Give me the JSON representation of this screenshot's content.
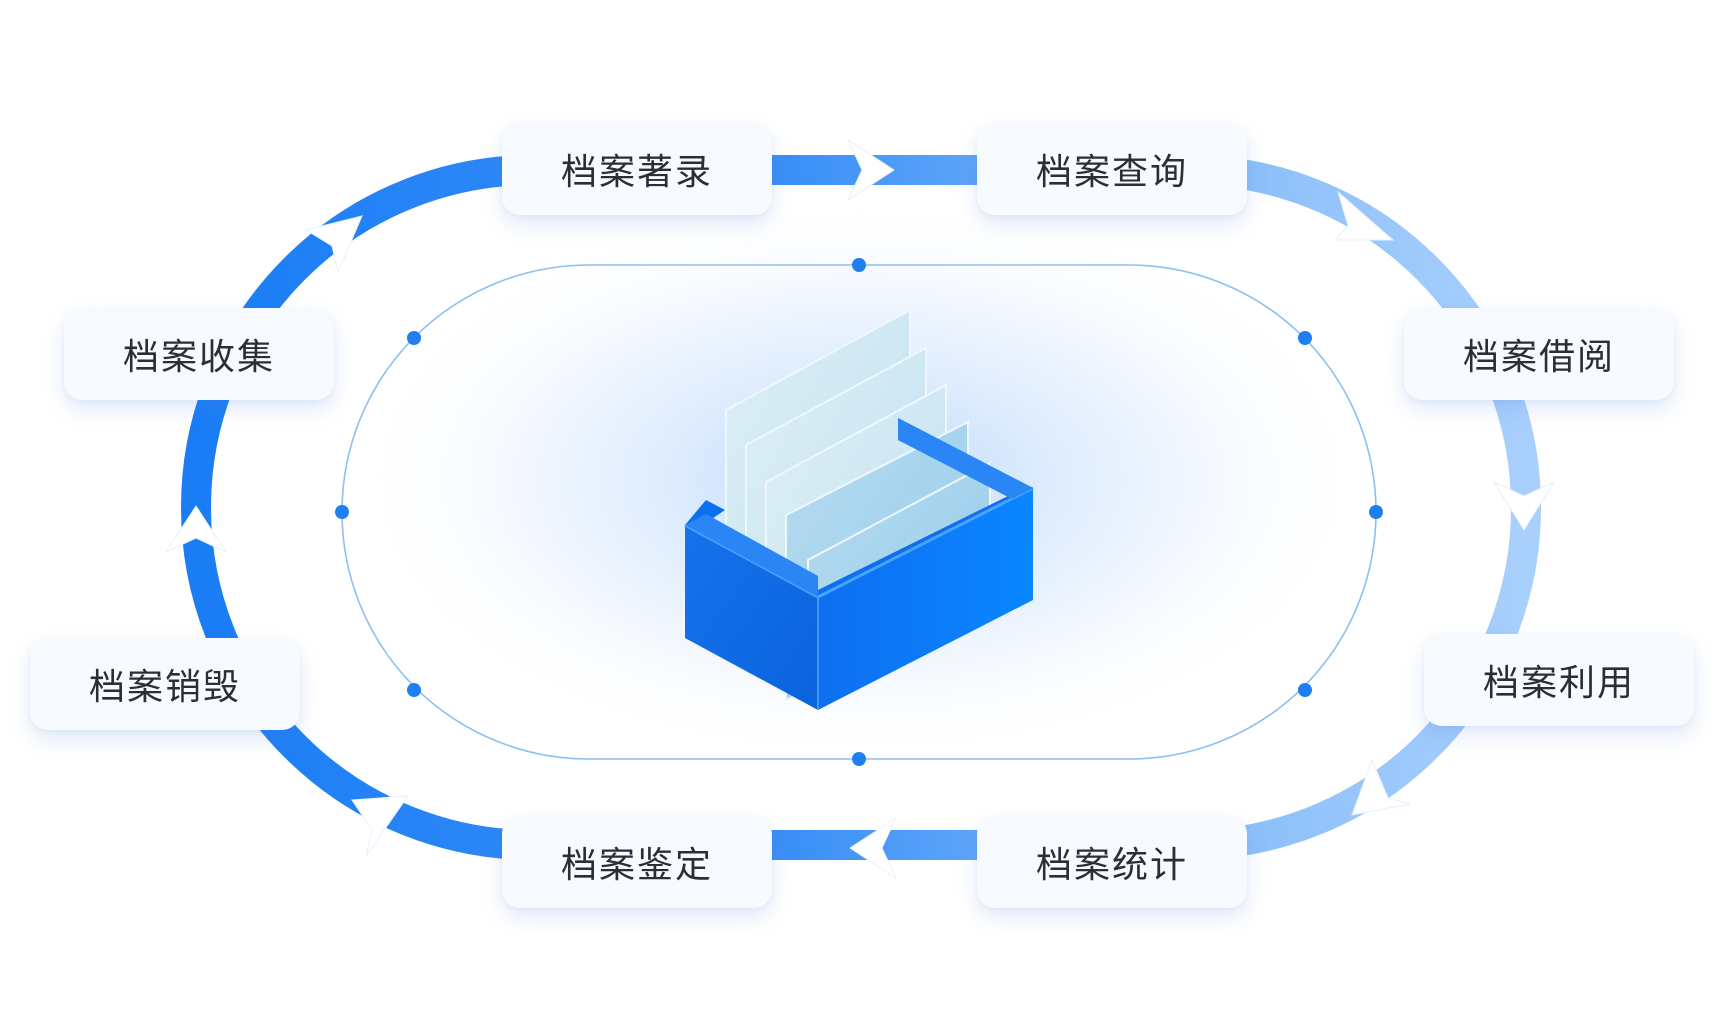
{
  "stages": [
    {
      "id": "catalog",
      "label": "档案著录"
    },
    {
      "id": "query",
      "label": "档案查询"
    },
    {
      "id": "borrow",
      "label": "档案借阅"
    },
    {
      "id": "use",
      "label": "档案利用"
    },
    {
      "id": "stats",
      "label": "档案统计"
    },
    {
      "id": "appraise",
      "label": "档案鉴定"
    },
    {
      "id": "destroy",
      "label": "档案销毁"
    },
    {
      "id": "collect",
      "label": "档案收集"
    }
  ],
  "colors": {
    "loop_dark": "#1a7df5",
    "loop_light": "#9fc9fb",
    "inner_ring": "#8cc0f2",
    "dot": "#1f7ff0",
    "glow": "#c7ddfb"
  },
  "icon": "archive-box-icon"
}
